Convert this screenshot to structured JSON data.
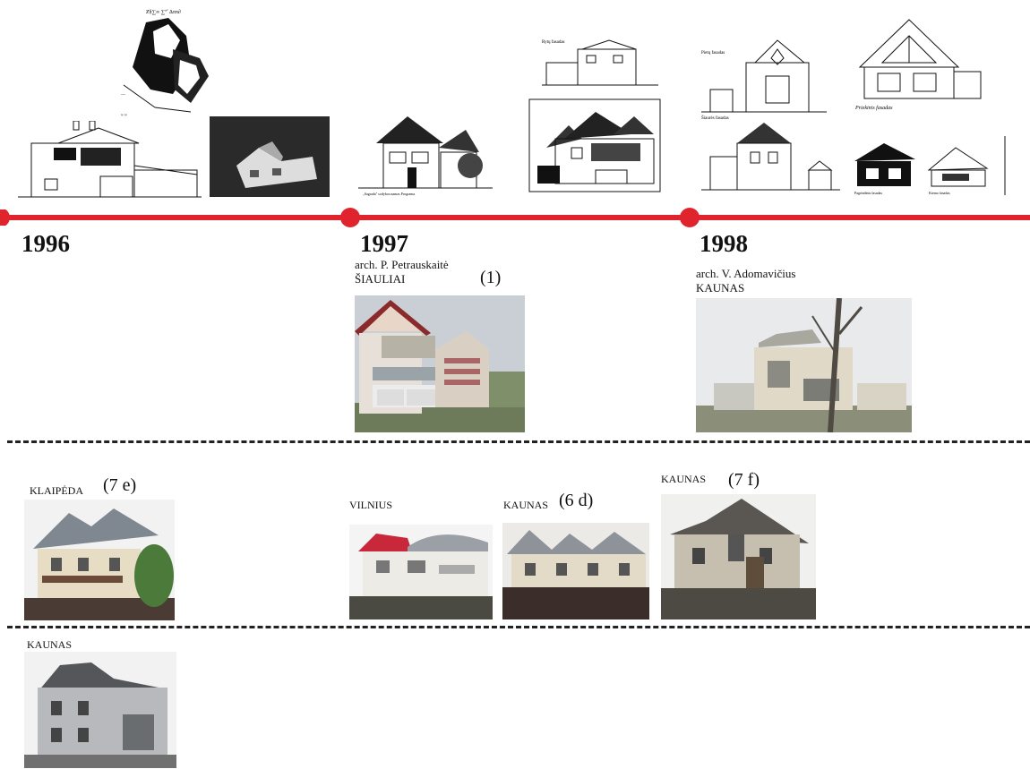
{
  "timeline": {
    "years": [
      "1996",
      "1997",
      "1998"
    ],
    "color": "#e0242d"
  },
  "entries": {
    "e1997": {
      "architect": "arch. P. Petrauskaitė",
      "city": "ŠIAULIAI",
      "ref": "(1)"
    },
    "e1998": {
      "architect": "arch. V. Adomavičius",
      "city": "KAUNAS"
    }
  },
  "row2": [
    {
      "city": "KLAIPĖDA",
      "ref": "(7 e)"
    },
    {
      "city": "VILNIUS"
    },
    {
      "city": "KAUNAS",
      "ref": "(6 d)"
    },
    {
      "city": "KAUNAS",
      "ref": "(7 f)"
    }
  ],
  "row3": [
    {
      "city": "KAUNAS"
    }
  ],
  "images": {
    "sketch_1996_axon": "hand-drawn axonometric house sketch",
    "sketch_1996_facade": "house facade elevation drawing",
    "photo_1996_model": "architectural model photo",
    "sketch_1997_facade": "house facade elevation drawing",
    "sketch_1997_side": "house side elevation drawing",
    "sketch_1997_main": "house main facade drawing",
    "sketch_1998_a": "house elevation drawing",
    "sketch_1998_b": "gabled house facade drawing",
    "sketch_1998_c": "house elevation drawing",
    "sketch_1998_d": "two house perspective drawings"
  }
}
